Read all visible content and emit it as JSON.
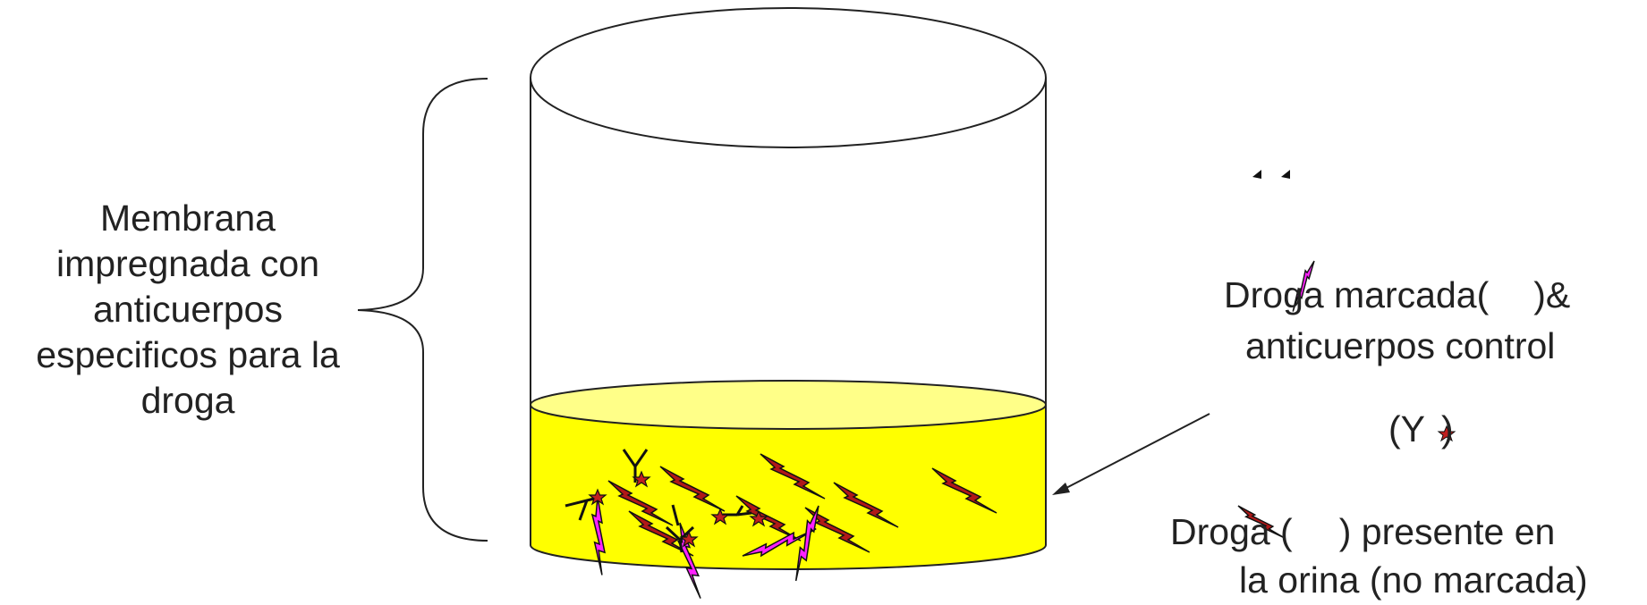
{
  "left_label": {
    "lines": [
      "Membrana",
      "impregnada con",
      "anticuerpos",
      "especificos para la",
      "droga"
    ]
  },
  "right_top_label": {
    "line1_pre": "Droga marcada(",
    "line1_post": ")&",
    "line2": "anticuerpos control",
    "line3_pre": "(Y",
    "line3_post": ")"
  },
  "right_bottom_label": {
    "line1_pre": "Droga (",
    "line1_post": ")  presente en",
    "line2": "la orina (no marcada)"
  },
  "colors": {
    "liquid": "#ffff00",
    "liquid_top": "#ffff88",
    "unlabeled_drug": "#b01818",
    "labeled_drug": "#ff22ff",
    "control_star": "#c02020",
    "outline": "#222222"
  },
  "icons": [
    "unlabeled-drug-bolt-icon",
    "labeled-drug-bolt-icon",
    "antibody-y-icon",
    "control-star-icon",
    "arrow-icon",
    "brace-icon"
  ]
}
